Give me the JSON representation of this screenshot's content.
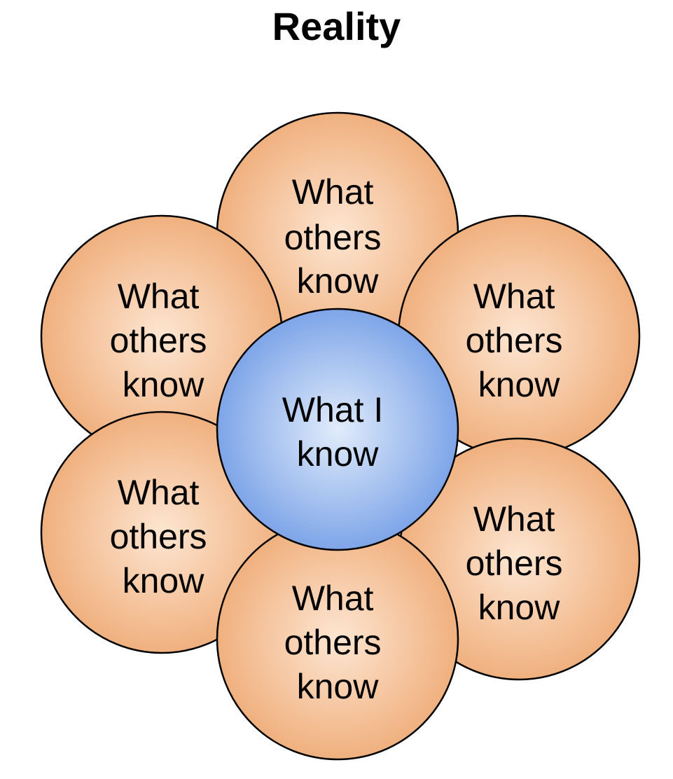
{
  "title": "Reality",
  "center": {
    "lines": [
      "What I",
      "know"
    ]
  },
  "petals": [
    {
      "lines": [
        "What",
        "others",
        "know"
      ]
    },
    {
      "lines": [
        "What",
        "others",
        "know"
      ]
    },
    {
      "lines": [
        "What",
        "others",
        "know"
      ]
    },
    {
      "lines": [
        "What",
        "others",
        "know"
      ]
    },
    {
      "lines": [
        "What",
        "others",
        "know"
      ]
    },
    {
      "lines": [
        "What",
        "others",
        "know"
      ]
    }
  ],
  "colors": {
    "petal_inner": "#fde6d2",
    "petal_outer": "#f0b07e",
    "center_inner": "#e1ecfb",
    "center_outer": "#7ea5e8",
    "outline": "#000000"
  }
}
